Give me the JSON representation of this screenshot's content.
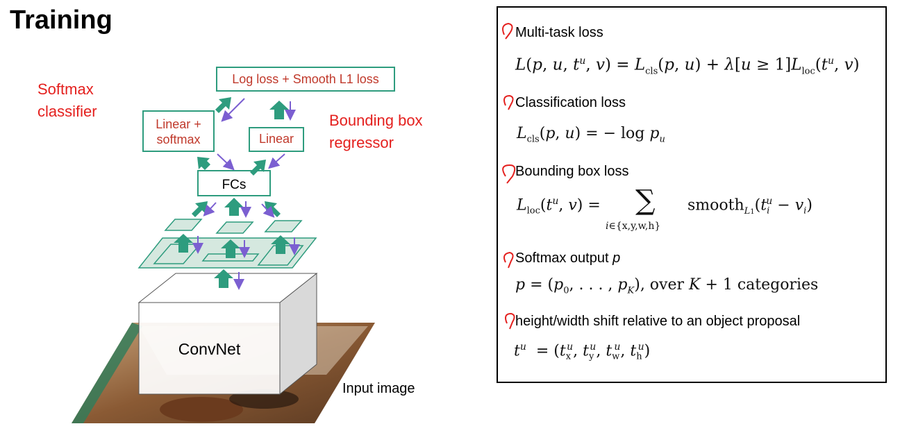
{
  "title": "Training",
  "diagram": {
    "softmax_label": [
      "Softmax",
      "classifier"
    ],
    "bbox_label": [
      "Bounding box",
      "regressor"
    ],
    "loss_box": "Log loss + Smooth L1 loss",
    "linear_softmax_box": [
      "Linear +",
      "softmax"
    ],
    "linear_box": "Linear",
    "fcs_box": "FCs",
    "convnet_label": "ConvNet",
    "input_label": "Input image",
    "colors": {
      "box_border": "#2e9c7e",
      "up_arrow": "#2e9c7e",
      "down_arrow": "#7b5fd1",
      "red_text": "#e4201e"
    }
  },
  "panel": {
    "sections": [
      {
        "heading": "Multi-task loss",
        "equation": "L(p, u, t^u, v) = L_cls(p, u) + λ[u ≥ 1]L_loc(t^u, v)"
      },
      {
        "heading": "Classification loss",
        "equation": "L_cls(p, u) = −log p_u"
      },
      {
        "heading": "Bounding box loss",
        "equation": "L_loc(t^u, v) = Σ_{i∈{x,y,w,h}} smooth_L1(t_i^u − v_i)"
      },
      {
        "heading": "Softmax output p",
        "equation": "p = (p_0, . . . , p_K), over K + 1 categories"
      },
      {
        "heading": "height/width shift relative to an object proposal",
        "equation": "t^u = (t_x^u, t_y^u, t_w^u, t_h^u)"
      }
    ]
  }
}
